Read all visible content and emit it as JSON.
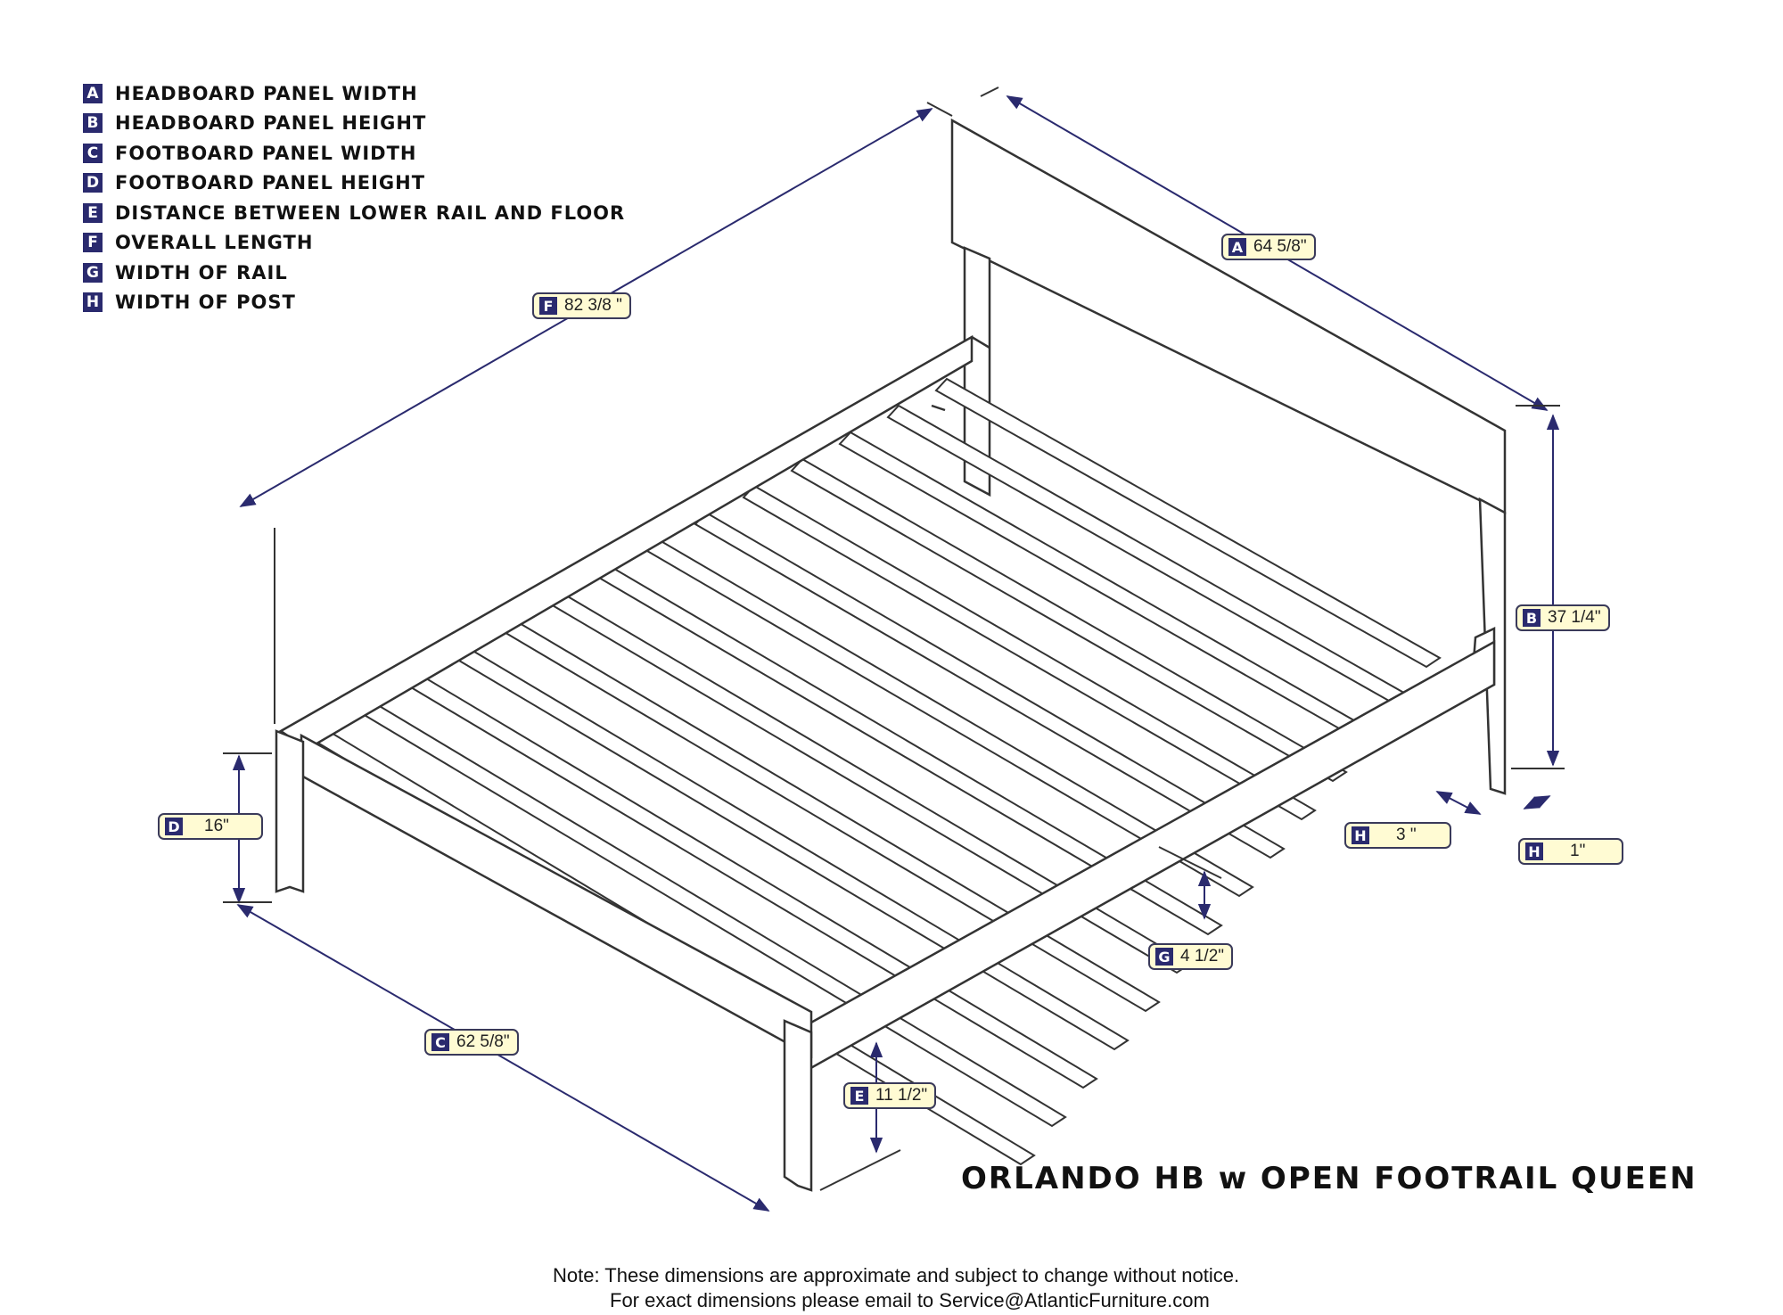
{
  "legend": [
    {
      "letter": "A",
      "text": "HEADBOARD PANEL WIDTH"
    },
    {
      "letter": "B",
      "text": "HEADBOARD PANEL HEIGHT"
    },
    {
      "letter": "C",
      "text": "FOOTBOARD PANEL WIDTH"
    },
    {
      "letter": "D",
      "text": "FOOTBOARD PANEL HEIGHT"
    },
    {
      "letter": "E",
      "text": "DISTANCE BETWEEN LOWER RAIL AND FLOOR"
    },
    {
      "letter": "F",
      "text": "OVERALL LENGTH"
    },
    {
      "letter": "G",
      "text": "WIDTH OF RAIL"
    },
    {
      "letter": "H",
      "text": "WIDTH OF POST"
    }
  ],
  "dimensions": [
    {
      "letter": "A",
      "value": "64 5/8\""
    },
    {
      "letter": "B",
      "value": "37 1/4\""
    },
    {
      "letter": "C",
      "value": "62 5/8\""
    },
    {
      "letter": "D",
      "value": "16\""
    },
    {
      "letter": "E",
      "value": "11 1/2\""
    },
    {
      "letter": "F",
      "value": "82 3/8 \""
    },
    {
      "letter": "G",
      "value": "4 1/2\""
    },
    {
      "letter": "H",
      "value": "3 \""
    },
    {
      "letter": "H",
      "value": "1\""
    }
  ],
  "title": "ORLANDO HB w OPEN FOOTRAIL QUEEN",
  "note": {
    "line1": "Note:  These dimensions are approximate and subject to change without notice.",
    "line2": "For exact dimensions please email to Service@AtlanticFurniture.com"
  },
  "colors": {
    "dimension_line": "#2a2a6e",
    "label_fill": "#fffbd3",
    "drawing": "#333333"
  }
}
